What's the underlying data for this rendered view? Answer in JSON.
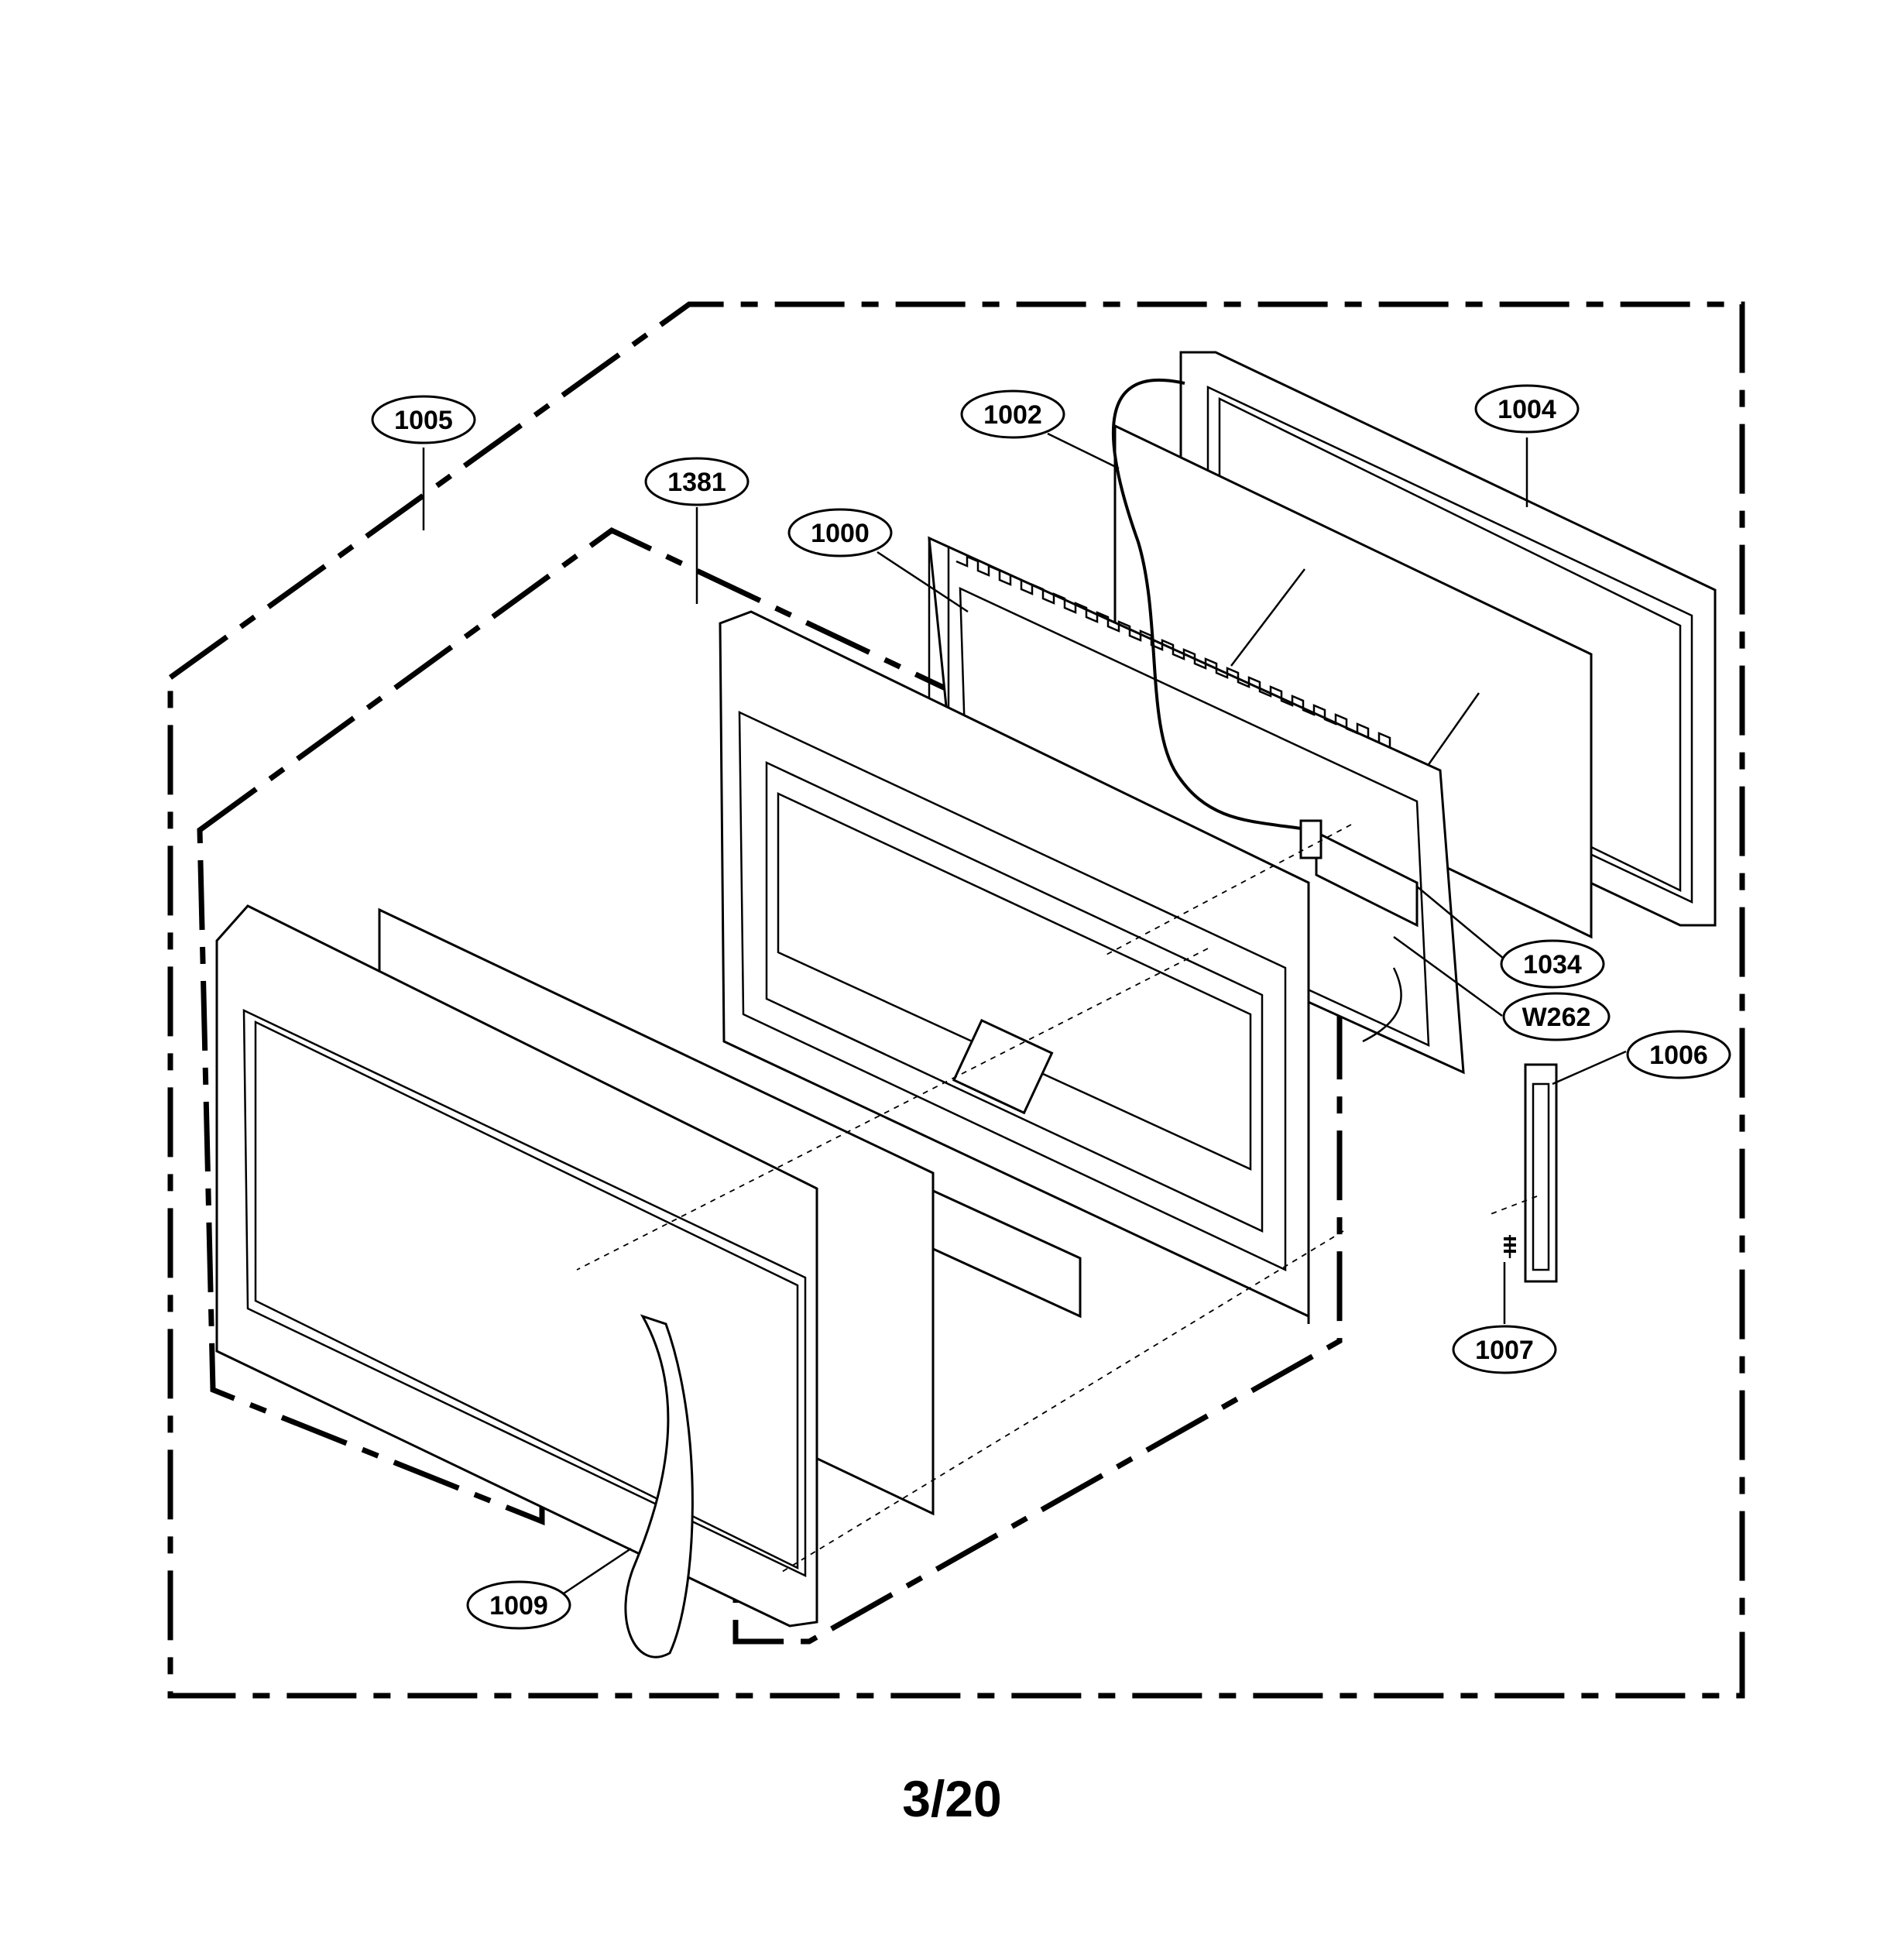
{
  "callouts": [
    {
      "id": "1005",
      "label": "1005"
    },
    {
      "id": "1381",
      "label": "1381"
    },
    {
      "id": "1000",
      "label": "1000"
    },
    {
      "id": "1002",
      "label": "1002"
    },
    {
      "id": "1004",
      "label": "1004"
    },
    {
      "id": "1034",
      "label": "1034"
    },
    {
      "id": "W262",
      "label": "W262"
    },
    {
      "id": "1006",
      "label": "1006"
    },
    {
      "id": "1007",
      "label": "1007"
    },
    {
      "id": "1009",
      "label": "1009"
    }
  ],
  "page_label": "3/20"
}
